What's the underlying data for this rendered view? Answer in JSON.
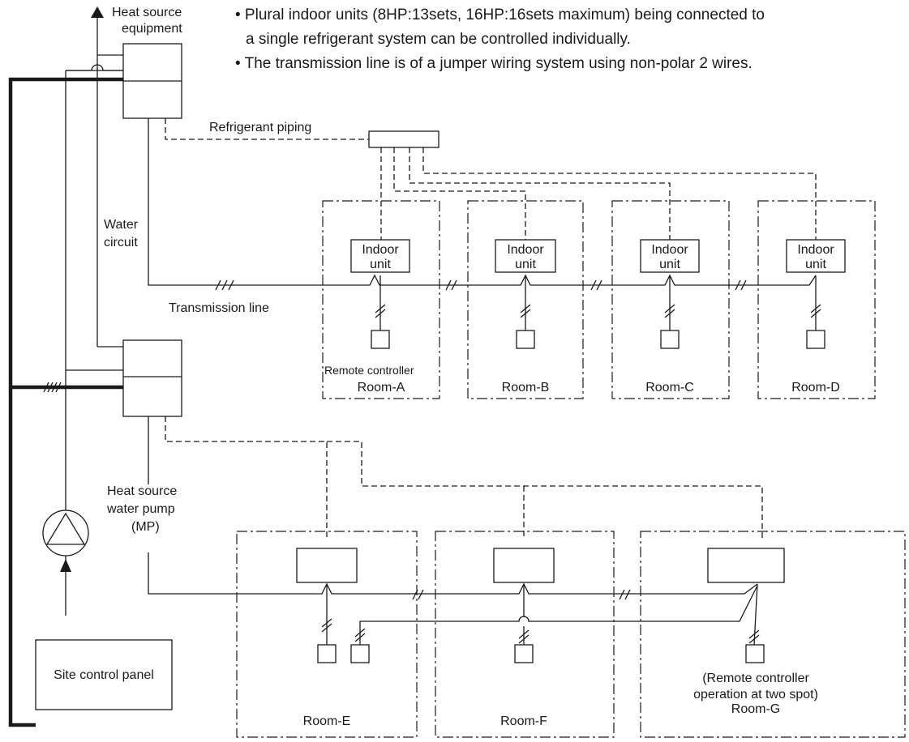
{
  "notes": [
    "• Plural indoor units (8HP:13sets, 16HP:16sets maximum) being connected to",
    "a single refrigerant system can be controlled individually.",
    "• The transmission line is of a jumper wiring system using non-polar 2 wires."
  ],
  "labels": {
    "heat_source_line1": "Heat source",
    "heat_source_line2": "equipment",
    "refrigerant_piping": "Refrigerant piping",
    "water_circuit_line1": "Water",
    "water_circuit_line2": "circuit",
    "transmission_line": "Transmission line",
    "remote_controller": "Remote controller",
    "pump_line1": "Heat source",
    "pump_line2": "water pump",
    "pump_line3": "(MP)",
    "site_control_panel": "Site control panel",
    "two_spot_line1": "(Remote controller",
    "two_spot_line2": "operation at two spot)"
  },
  "indoor_unit": {
    "line1": "Indoor",
    "line2": "unit"
  },
  "rooms": {
    "a": "Room-A",
    "b": "Room-B",
    "c": "Room-C",
    "d": "Room-D",
    "e": "Room-E",
    "f": "Room-F",
    "g": "Room-G"
  },
  "icons": [
    "pump-icon",
    "flow-arrow-icon",
    "hatch-mark-icon"
  ]
}
